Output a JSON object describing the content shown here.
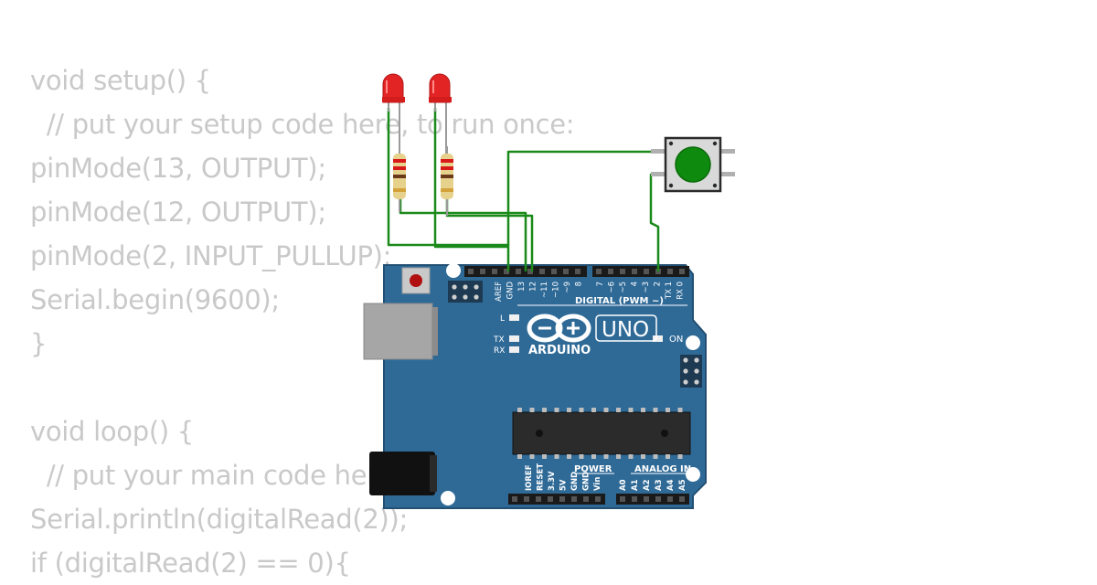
{
  "code": {
    "lines": [
      "void setup() {",
      "  // put your setup code here, to run once:",
      "pinMode(13, OUTPUT);",
      "pinMode(12, OUTPUT);",
      "pinMode(2, INPUT_PULLUP);",
      "Serial.begin(9600);",
      "}",
      "",
      "void loop() {",
      "  // put your main code here, to run repeatedly:",
      "Serial.println(digitalRead(2));",
      "if (digitalRead(2) == 0){"
    ]
  },
  "board": {
    "brand": "ARDUINO",
    "model": "UNO",
    "label_digital": "DIGITAL (PWM ~)",
    "label_power": "POWER",
    "label_analog": "ANALOG IN",
    "label_on": "ON",
    "label_l": "L",
    "label_tx": "TX",
    "label_rx": "RX",
    "digital_pins_left": [
      "AREF",
      "GND",
      "13",
      "12",
      "~11",
      "~10",
      "~9",
      "8"
    ],
    "digital_pins_right": [
      "7",
      "~6",
      "~5",
      "4",
      "~3",
      "2",
      "TX 1",
      "RX 0"
    ],
    "power_pins": [
      "IOREF",
      "RESET",
      "3.3V",
      "5V",
      "GND",
      "GND",
      "Vin"
    ],
    "analog_pins": [
      "A0",
      "A1",
      "A2",
      "A3",
      "A4",
      "A5"
    ]
  },
  "colors": {
    "board": "#2f6a97",
    "board_edge": "#234f73",
    "wire": "#1a8a1a",
    "led": "#e32424",
    "button_cap": "#0e8a0e",
    "code_text": "#c9c9c9"
  }
}
